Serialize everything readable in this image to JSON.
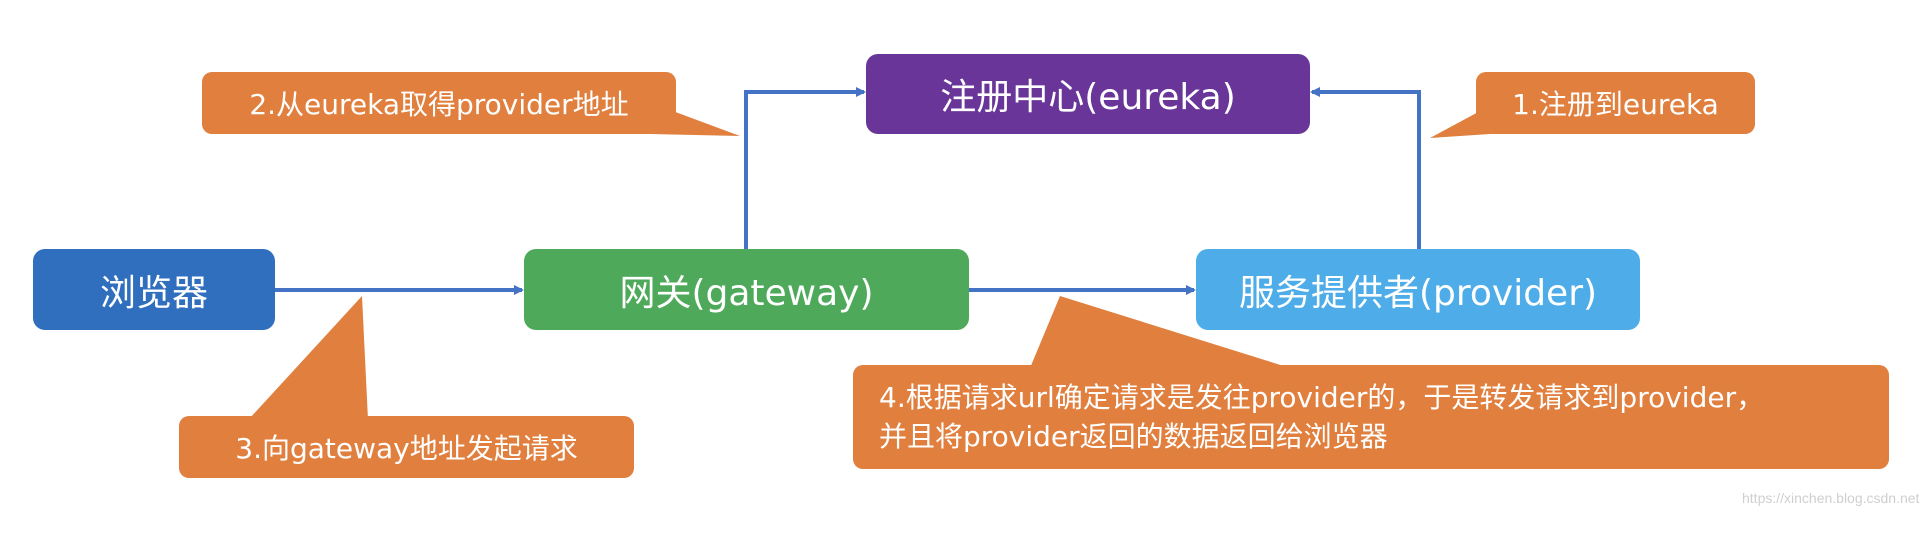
{
  "nodes": {
    "registry": "注册中心(eureka)",
    "browser": "浏览器",
    "gateway": "网关(gateway)",
    "provider": "服务提供者(provider)"
  },
  "callouts": {
    "fetch_address": "2.从eureka取得provider地址",
    "register": "1.注册到eureka",
    "request_gateway": "3.向gateway地址发起请求",
    "route_line1": "4.根据请求url确定请求是发往provider的，于是转发请求到provider，",
    "route_line2": "并且将provider返回的数据返回给浏览器"
  },
  "watermark": "https://xinchen.blog.csdn.net",
  "colors": {
    "registry": "#6A3599",
    "browser": "#2F6FBE",
    "gateway": "#4EAA5A",
    "provider": "#4EADE8",
    "callout": "#E07F3E",
    "arrow": "#4472C4"
  }
}
